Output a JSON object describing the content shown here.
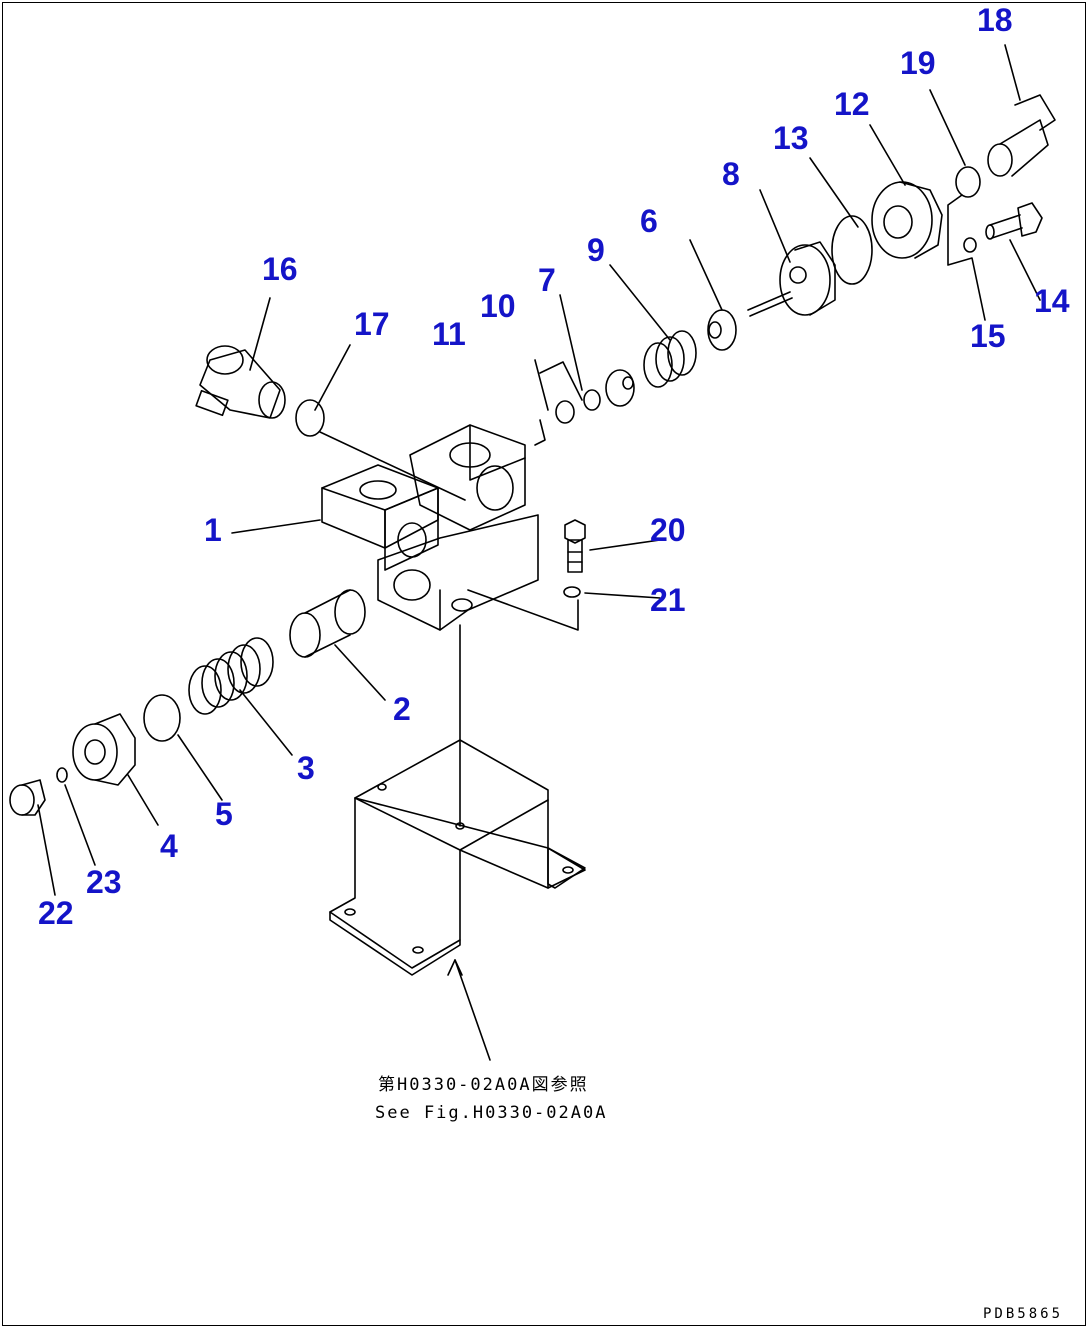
{
  "diagram": {
    "part_labels": [
      "1",
      "2",
      "3",
      "4",
      "5",
      "6",
      "7",
      "8",
      "9",
      "10",
      "11",
      "12",
      "13",
      "14",
      "15",
      "16",
      "17",
      "18",
      "19",
      "20",
      "21",
      "22",
      "23"
    ],
    "reference_note": {
      "jp": "第H0330-02A0A図参照",
      "en": "See Fig.H0330-02A0A"
    },
    "drawing_code": "PDB5865",
    "label_color": "#1414c8"
  }
}
